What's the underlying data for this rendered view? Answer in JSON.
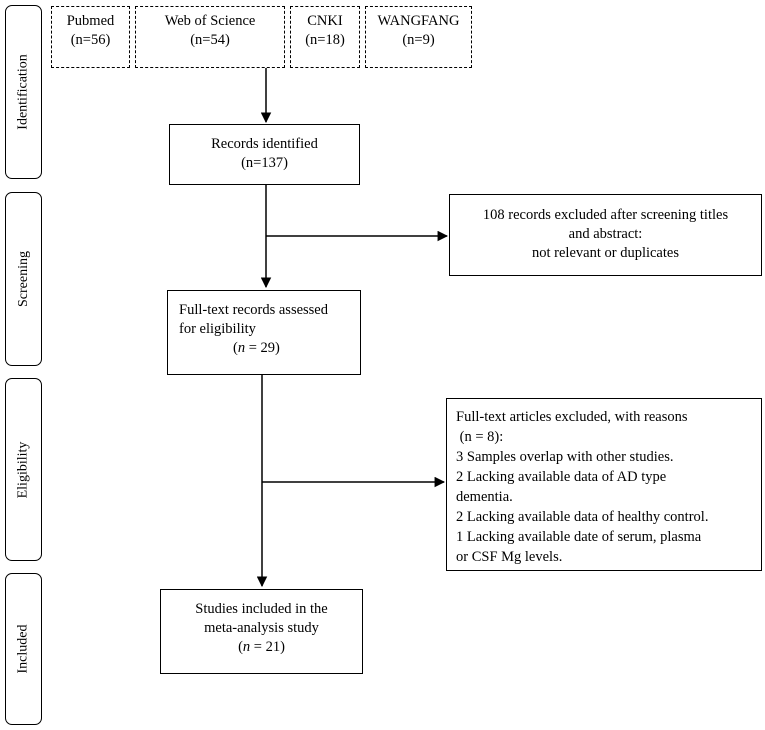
{
  "stages": [
    "Identification",
    "Screening",
    "Eligibility",
    "Included"
  ],
  "sources": [
    {
      "name": "Pubmed",
      "count": "(n=56)"
    },
    {
      "name": "Web of Science",
      "count": "(n=54)"
    },
    {
      "name": "CNKI",
      "count": "(n=18)"
    },
    {
      "name": "WANGFANG",
      "count": "(n=9)"
    }
  ],
  "identified": {
    "line1": "Records identified",
    "line2": "(n=137)"
  },
  "screen_excluded": {
    "line1": "108 records excluded after screening titles",
    "line2": "and abstract:",
    "line3": "not relevant or duplicates"
  },
  "fulltext": {
    "line1": "Full-text records assessed",
    "line2": "for eligibility",
    "n_label": "n",
    "n_value": " = 29)"
  },
  "eligibility_excluded": {
    "line1": "Full-text articles excluded, with reasons",
    "line2": " (n = 8):",
    "line3": "3 Samples overlap with other studies.",
    "line4": "2 Lacking available data of AD type",
    "line5": "dementia.",
    "line6": "2 Lacking available data of healthy control.",
    "line7": "1 Lacking available date of serum, plasma",
    "line8": "or CSF Mg levels."
  },
  "included": {
    "line1": "Studies included in the",
    "line2": "meta-analysis study",
    "n_label": "n",
    "n_value": " = 21)"
  }
}
